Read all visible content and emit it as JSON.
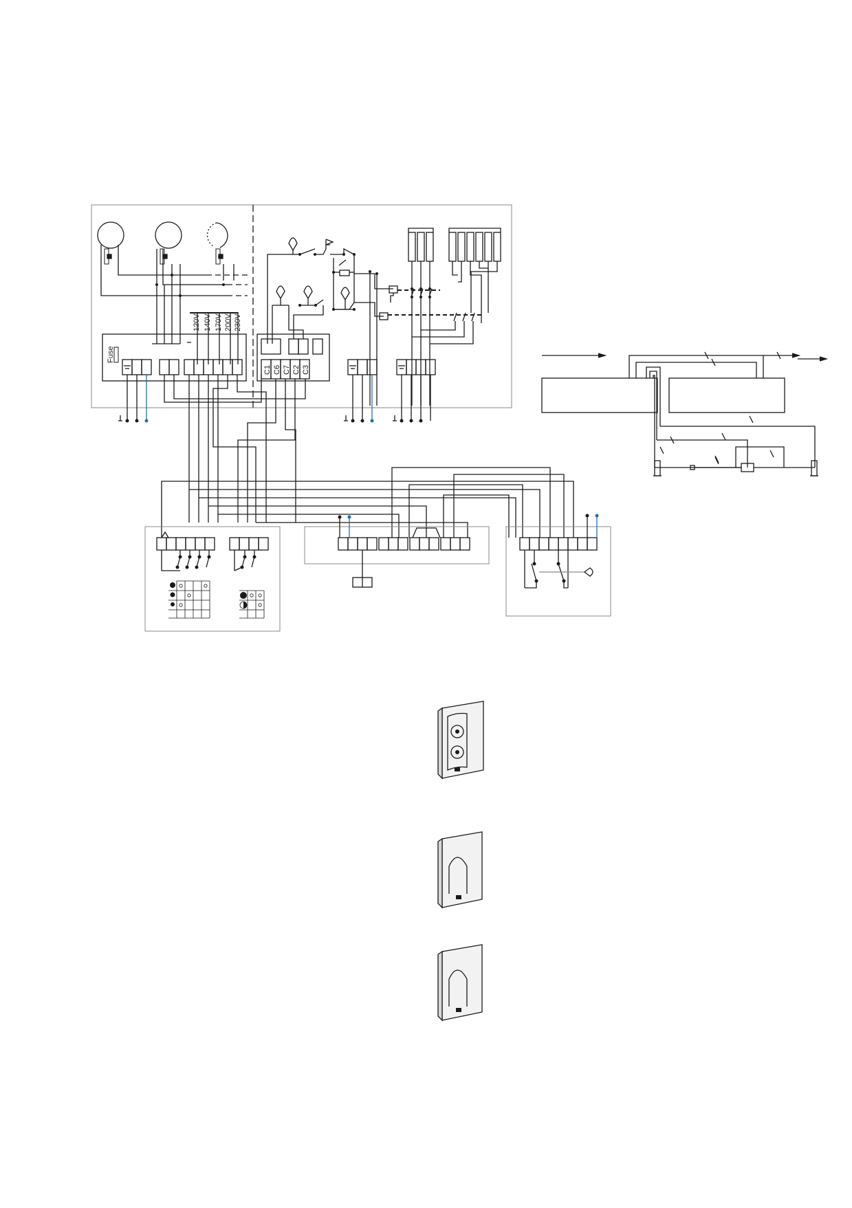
{
  "diagram": {
    "fuse_label": "Fuse",
    "voltage_taps": [
      "120V",
      "140V",
      "170V",
      "200V",
      "230V"
    ],
    "capacitor_terminals": [
      "C1",
      "C6",
      "C7",
      "C2",
      "C3"
    ]
  },
  "colors": {
    "line": "#1a1a1a",
    "frame": "#8a8a8a",
    "neutral_wire": "#1f6fb5",
    "device_outline": "#2b2b2b"
  },
  "icons": {
    "fan_speed": "fan-icon",
    "mode": "half-moon-icon",
    "sensor": "thermostat-bulb-icon",
    "device": "wall-controller-icon"
  },
  "devices": [
    {
      "name": "wall-controller-with-knobs"
    },
    {
      "name": "wall-controller-plain-1"
    },
    {
      "name": "wall-controller-plain-2"
    }
  ]
}
